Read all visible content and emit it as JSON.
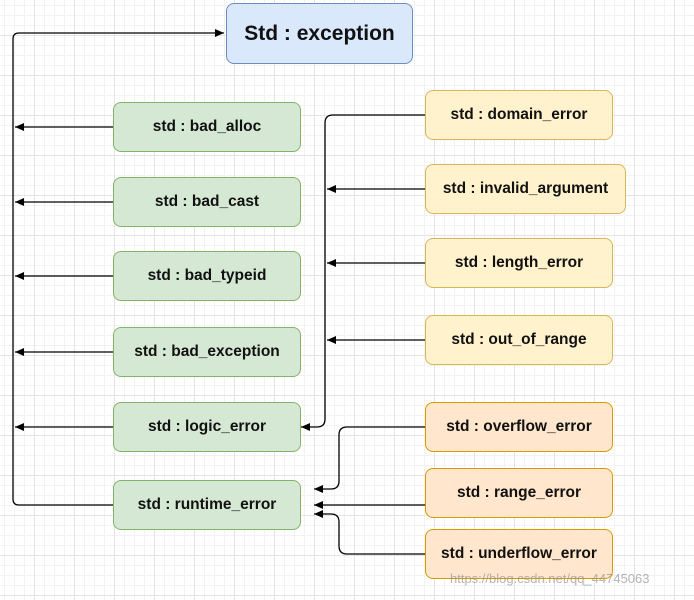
{
  "root": {
    "label": "Std : exception"
  },
  "green_nodes": [
    {
      "label": "std : bad_alloc"
    },
    {
      "label": "std : bad_cast"
    },
    {
      "label": "std : bad_typeid"
    },
    {
      "label": "std : bad_exception"
    },
    {
      "label": "std : logic_error"
    },
    {
      "label": "std : runtime_error"
    }
  ],
  "logic_children": [
    {
      "label": "std : domain_error"
    },
    {
      "label": "std : invalid_argument"
    },
    {
      "label": "std : length_error"
    },
    {
      "label": "std : out_of_range"
    }
  ],
  "runtime_children": [
    {
      "label": "std : overflow_error"
    },
    {
      "label": "std : range_error"
    },
    {
      "label": "std : underflow_error"
    }
  ],
  "watermark": "https://blog.csdn.net/qq_44745063",
  "colors": {
    "root_fill": "#dae8fc",
    "root_stroke": "#6c8ebf",
    "std_fill": "#d5e8d4",
    "std_stroke": "#82b366",
    "logic_fill": "#fff2cc",
    "logic_stroke": "#d6b656",
    "runtime_fill": "#ffe6cc",
    "runtime_stroke": "#d79b00",
    "edge": "#000000"
  }
}
